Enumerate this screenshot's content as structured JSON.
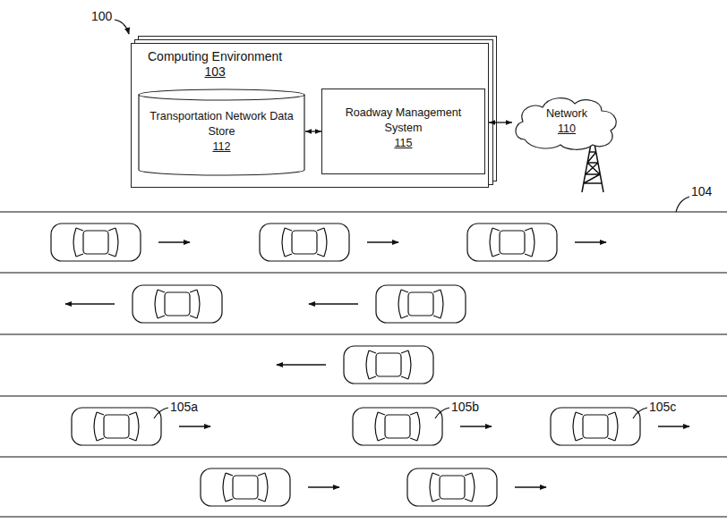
{
  "diagram": {
    "nodes": [
      {
        "text": [
          "Computing Environment",
          "103"
        ]
      },
      {
        "text": [
          "Transportation Network Data Store",
          "112"
        ],
        "in": 0
      },
      {
        "text": [
          "Roadway Management System",
          "115"
        ],
        "in": 0
      },
      {
        "text": [
          "Network",
          "110"
        ]
      }
    ],
    "edges": [
      {
        "from": 1,
        "to": 2,
        "arrow": "both"
      },
      {
        "from": 0,
        "to": 3,
        "arrow": "both"
      }
    ],
    "labels": [
      "100",
      "104",
      "105a",
      "105b",
      "105c"
    ]
  }
}
